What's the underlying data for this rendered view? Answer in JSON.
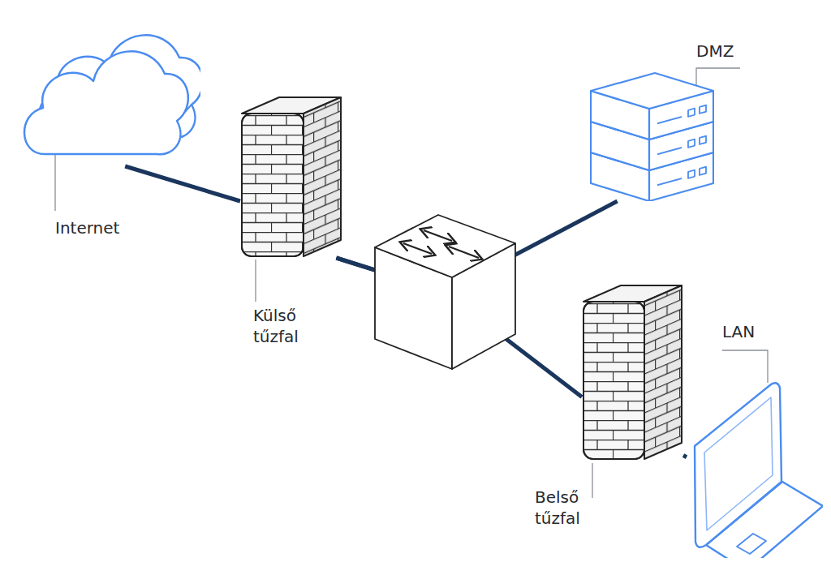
{
  "diagram": {
    "nodes": [
      {
        "text": [
          "Internet"
        ]
      },
      {
        "text": [
          "Külső tűzfal"
        ]
      },
      {
        "text": [
          "DMZ"
        ]
      },
      {
        "text": [
          "Belső tűzfal"
        ]
      },
      {
        "text": [
          "LAN"
        ]
      }
    ],
    "edges": [
      {
        "from": 0,
        "to": 1,
        "arrow": "none"
      },
      {
        "from": 1,
        "to": 2,
        "arrow": "none"
      },
      {
        "from": 1,
        "to": 3,
        "arrow": "none"
      },
      {
        "from": 3,
        "to": 4,
        "arrow": "none"
      }
    ]
  }
}
